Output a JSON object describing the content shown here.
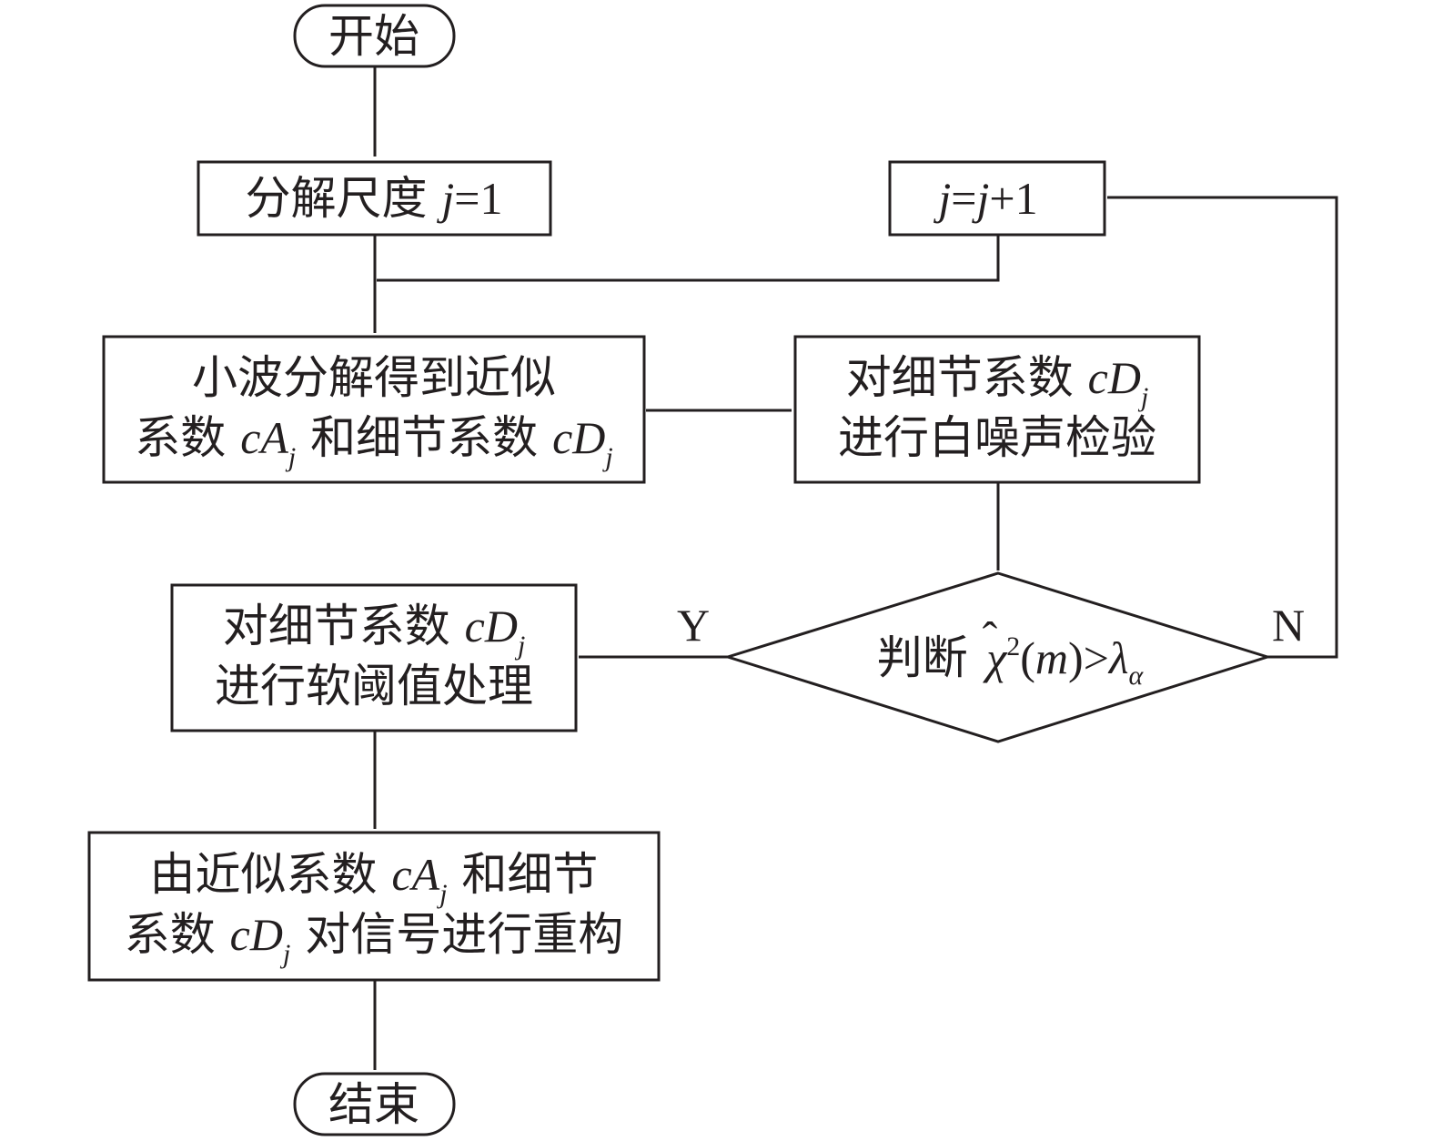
{
  "flowchart": {
    "start": {
      "label": "开始"
    },
    "init": {
      "prefix": "分解尺度 ",
      "var": "j",
      "suffix": "=1"
    },
    "increment": {
      "lhs": "j",
      "eq": "=",
      "rhs": "j",
      "suffix": "+1"
    },
    "decompose": {
      "line1": "小波分解得到近似",
      "line2_a": "系数 ",
      "coef_approx": "cA",
      "sub_j": "j",
      "line2_b": " 和细节系数 ",
      "coef_detail": "cD"
    },
    "test": {
      "line1_a": "对细节系数 ",
      "coef_detail": "cD",
      "sub_j": "j",
      "line2": "进行白噪声检验"
    },
    "decision": {
      "prefix": "判断 ",
      "hat": "ˆ",
      "chi": "χ",
      "sup": "2",
      "paren_open": "(",
      "m": "m",
      "paren_close": ")",
      "gt": ">",
      "lambda": "λ",
      "alpha": "α"
    },
    "threshold": {
      "line1_a": "对细节系数 ",
      "coef_detail": "cD",
      "sub_j": "j",
      "line2": "进行软阈值处理"
    },
    "reconstruct": {
      "line1_a": "由近似系数 ",
      "coef_approx": "cA",
      "sub_j": "j",
      "line1_b": " 和细节",
      "line2_a": "系数 ",
      "coef_detail": "cD",
      "line2_b": " 对信号进行重构"
    },
    "end": {
      "label": "结束"
    },
    "branch_yes": "Y",
    "branch_no": "N"
  },
  "colors": {
    "stroke": "#231f20",
    "background": "#ffffff"
  }
}
